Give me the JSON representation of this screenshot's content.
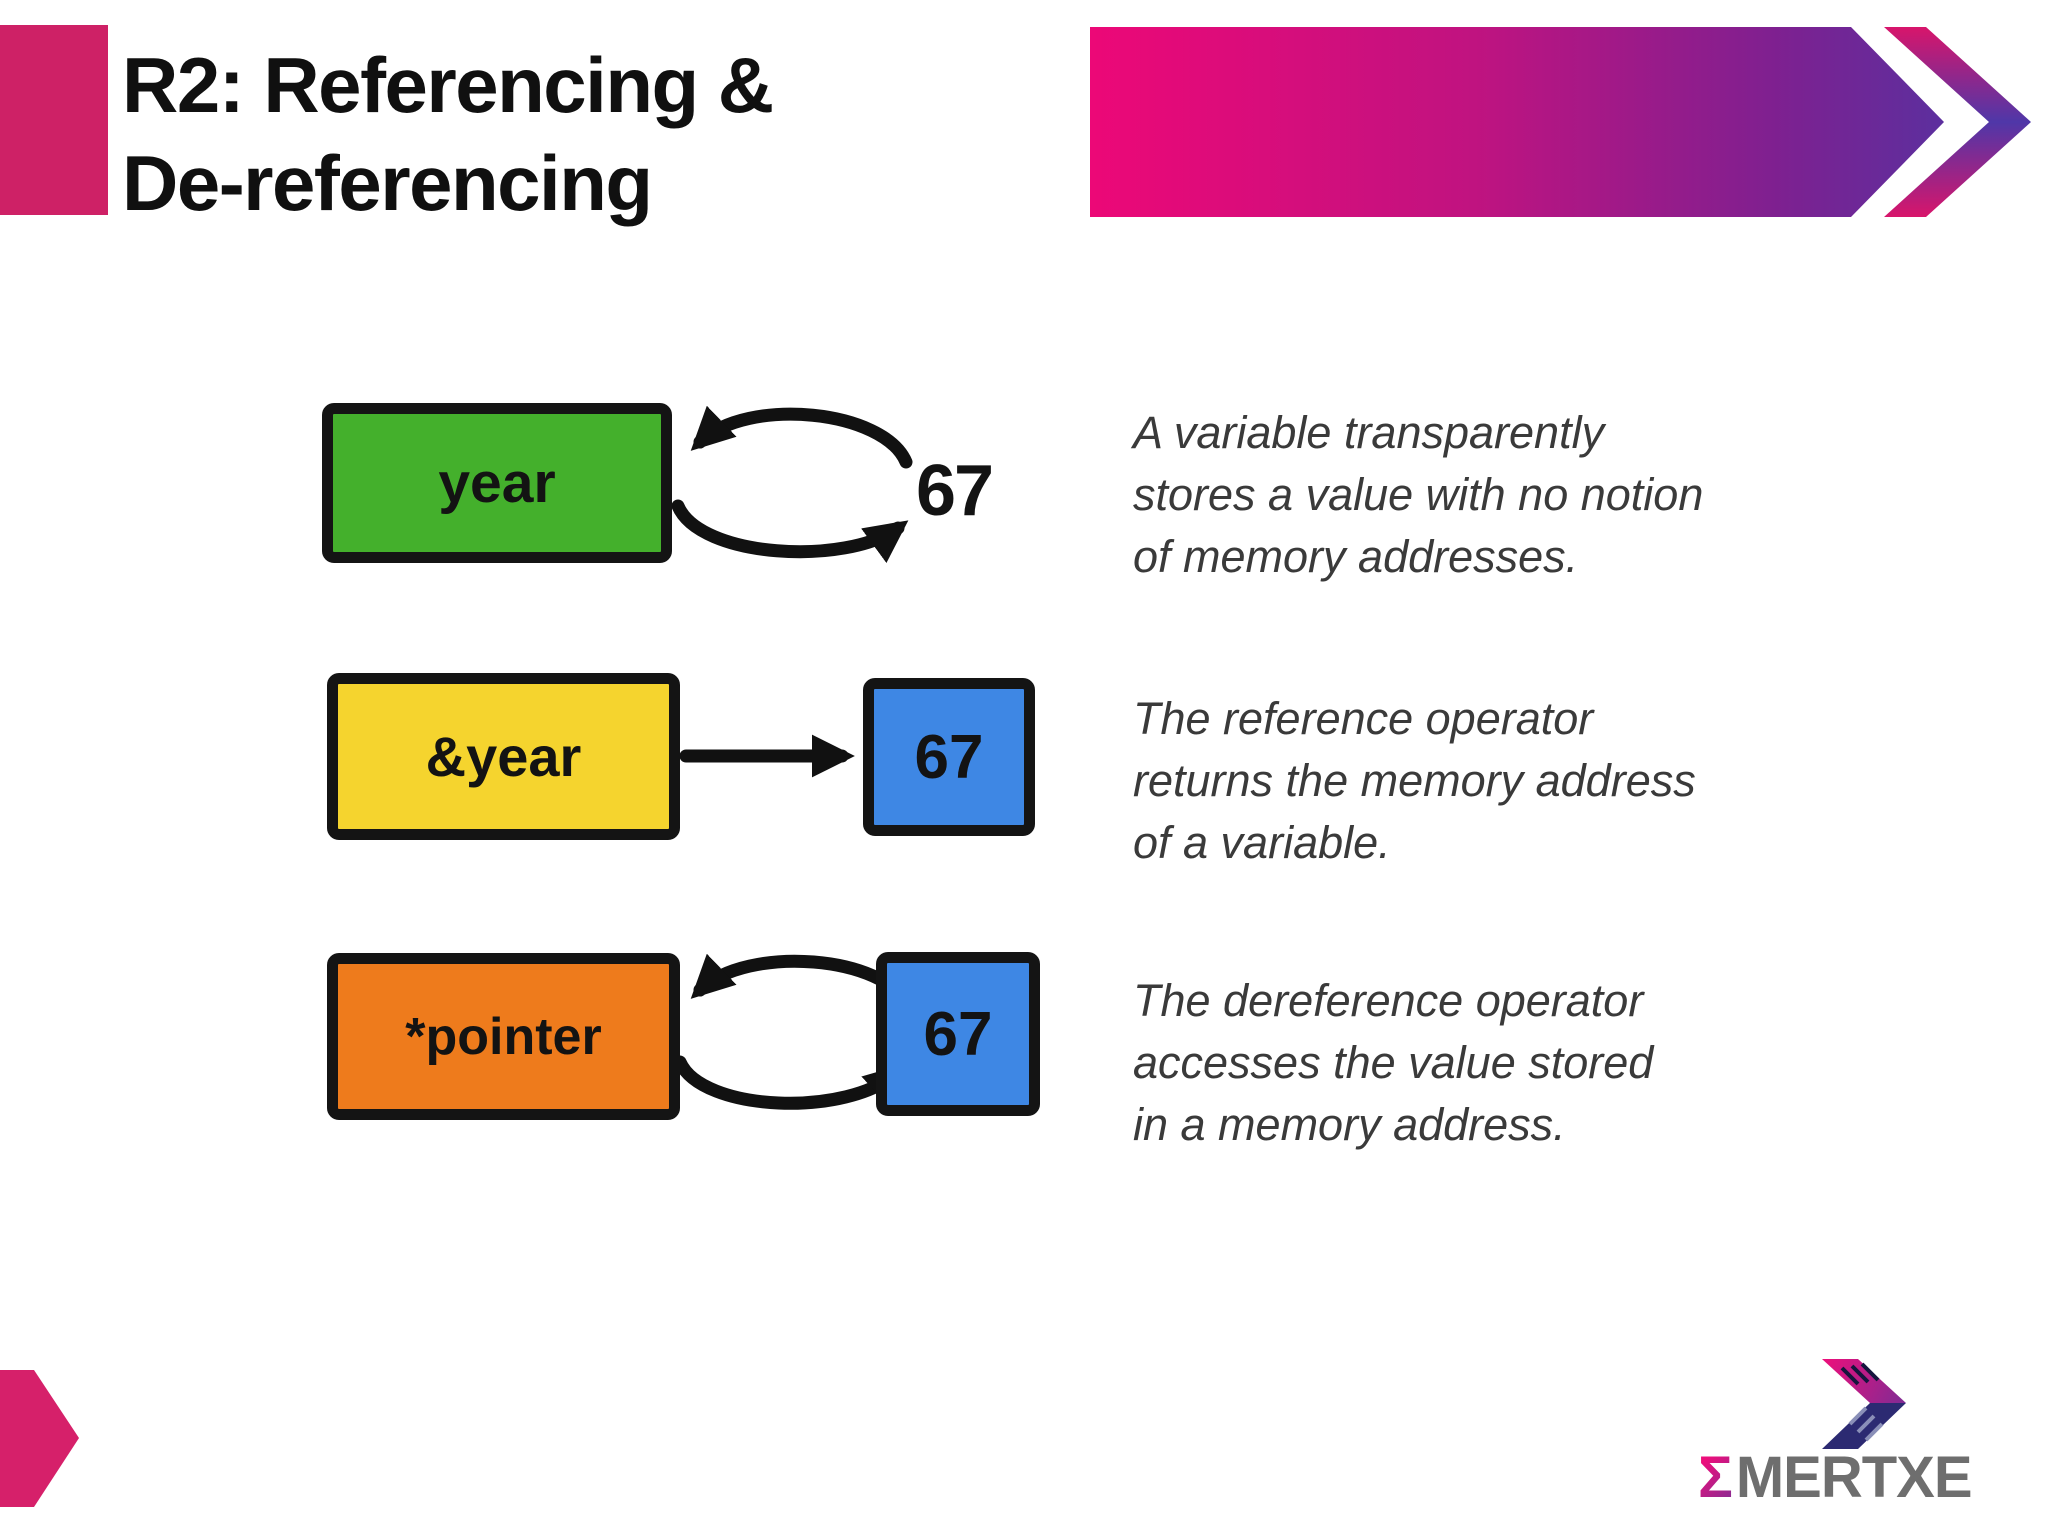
{
  "slide": {
    "title": "R2: Referencing &\nDe-referencing"
  },
  "diagram": {
    "rows": [
      {
        "variable": "year",
        "value": "67",
        "link": "two-way-loop",
        "box_color": "#44B02C",
        "description": "A variable transparently\nstores a value with no notion\nof memory addresses."
      },
      {
        "variable": "&year",
        "value": "67",
        "link": "one-way-arrow",
        "box_color": "#F5D42E",
        "description": "The reference operator\nreturns the memory address\nof a variable."
      },
      {
        "variable": "*pointer",
        "value": "67",
        "link": "two-way-loop",
        "box_color": "#EE7B1C",
        "description": "The dereference operator\naccesses the value stored\nin a memory address."
      }
    ],
    "value_box_color": "#3E87E4"
  },
  "logo": {
    "sigma": "Σ",
    "name": "MERTXE"
  },
  "colors": {
    "title_bar_pink": "#CE2166",
    "banner_gradient_start": "#EC0877",
    "banner_gradient_end": "#5C2F9E",
    "chevron_pink": "#D8156B",
    "chevron_purple": "#4F37A8",
    "accent_pentagon_pink": "#D6206A",
    "box_border_black": "#141414",
    "arrow_black": "#111111",
    "caption_text": "#3A3A3A",
    "title_text": "#101010",
    "logo_gray": "#6E6E6E",
    "logo_navy": "#2C2A72"
  }
}
